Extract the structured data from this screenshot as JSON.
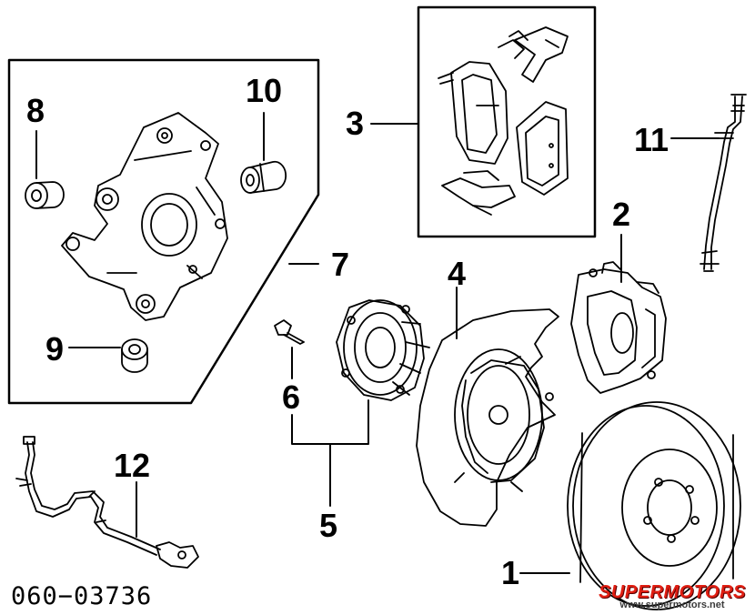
{
  "diagram": {
    "part_numbers": [
      "1",
      "2",
      "3",
      "4",
      "5",
      "6",
      "7",
      "8",
      "9",
      "10",
      "11",
      "12"
    ],
    "figure_code": "060−03736"
  },
  "watermark": {
    "brand": "SUPERMOTORS",
    "url": "www.supermotors.net",
    "colors": {
      "brand": "#e01e12",
      "url": "#3a3a3a"
    }
  }
}
